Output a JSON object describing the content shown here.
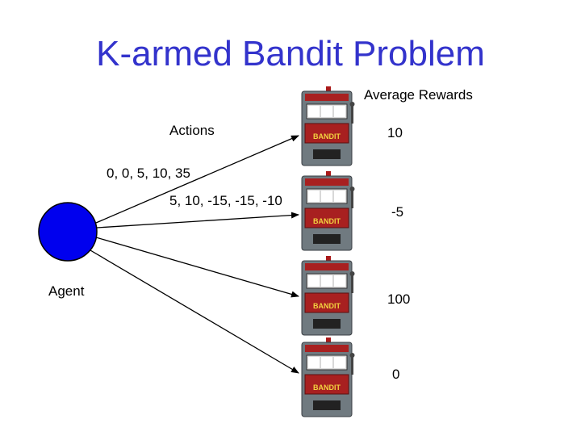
{
  "title": "K-armed Bandit Problem",
  "labels": {
    "average_rewards": "Average Rewards",
    "actions": "Actions",
    "agent": "Agent",
    "sequence_1": "0, 0, 5, 10, 35",
    "sequence_2": "5, 10, -15, -15, -10"
  },
  "machines": [
    {
      "reward": "10",
      "sign": "BANDIT"
    },
    {
      "reward": "-5",
      "sign": "BANDIT"
    },
    {
      "reward": "100",
      "sign": "BANDIT"
    },
    {
      "reward": "0",
      "sign": "BANDIT"
    }
  ],
  "colors": {
    "title": "#3333cc",
    "agent": "#0000ee",
    "machine_body": "#707a80",
    "machine_sign": "#a82020"
  }
}
